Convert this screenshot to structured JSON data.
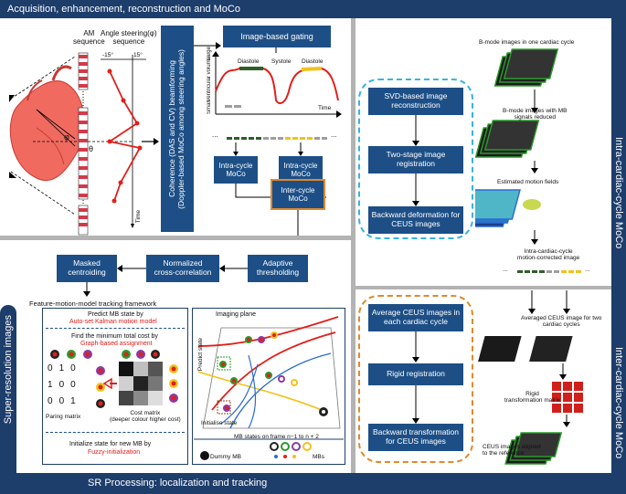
{
  "top_banner": "Acquisition, enhancement, reconstruction and MoCo",
  "bottom_banner": "SR Processing: localization and tracking",
  "left_side_label": "Super-resolution images",
  "right_side_upper": "Intra-cardiac-cycle MoCo",
  "right_side_lower": "Inter-cardiac-cycle MoCo",
  "acq": {
    "am_label": "AM\nsequence",
    "angle_label": "Angle steering(φ)\nsequence",
    "neg15": "-15°",
    "pos15": "15°",
    "time": "Time",
    "phi": "φ",
    "theta": "θ"
  },
  "beamform": "Coherence (DAS and CV) beamforming\n(Doppler-based MoCo among steering angles)",
  "gating": {
    "title": "Image-based gating",
    "ylabel": "Ventricular volume",
    "large": "Large",
    "small": "Small",
    "diastole1": "Diastole",
    "systole": "Systole",
    "diastole2": "Diastole",
    "time": "Time",
    "dots_left": "...",
    "dots_right": "..."
  },
  "intra1": "Intra-cycle\nMoCo",
  "intra2": "Intra-cycle\nMoCo",
  "inter": "Inter-cycle\nMoCo",
  "mid_flow": {
    "masked": "Masked\ncentroiding",
    "ncc": "Normalized\ncross-correlation",
    "adaptive": "Adaptive\nthresholding"
  },
  "tracking": {
    "header": "Feature-motion-model tracking framework",
    "predict": "Predict MB state by",
    "predict_red": "Auto-set Kalman motion model",
    "findcost": "Find the minimum total cost by",
    "findcost_red": "Graph-based assignment",
    "matrix_rows": [
      [
        "0",
        "1",
        "0"
      ],
      [
        "1",
        "0",
        "0"
      ],
      [
        "0",
        "0",
        "1"
      ]
    ],
    "paring": "Paring matrix",
    "cost": "Cost matrix\n(deeper colour higher cost)",
    "init": "Initialize state for new MB by",
    "init_red": "Fuzzy-initialization",
    "imaging_plane": "Imaging plane",
    "predict_state": "Predict state",
    "initialise_state": "Initialise state",
    "legend_title": "MB states on frame n−1 to n + 2",
    "dummy": "Dummy MB",
    "mbs": "MBs"
  },
  "intra_box": {
    "svd": "SVD-based image\nreconstruction",
    "two_stage": "Two-stage image\nregistration",
    "backward": "Backward deformation for\nCEUS images"
  },
  "intra_right": {
    "bmode": "B-mode images in one cardiac cycle",
    "reduced": "B-mode images with MB\nsignals reduced",
    "fields": "Estimated motion fields",
    "corrected": "Intra-cardiac-cycle\nmotion-corrected image",
    "dots_left": "...",
    "dots_right": "..."
  },
  "inter_box": {
    "average": "Average CEUS images in\neach cardiac cycle",
    "rigid": "Rigid registration",
    "backward": "Backward transformation\nfor CEUS images"
  },
  "inter_right": {
    "averaged": "Averaged CEUS image for two\ncardiac cycles",
    "rigid_matrix": "Rigid\ntransformation matrix",
    "aligned": "CEUS images aligned\nto the reference"
  },
  "colors": {
    "navy": "#1d3d6b",
    "box": "#1d4f86",
    "red": "#e0201b",
    "cyan": "#36b3e3",
    "orange": "#e0892c",
    "green": "#2f5e2a",
    "yellow": "#f2c21b"
  }
}
